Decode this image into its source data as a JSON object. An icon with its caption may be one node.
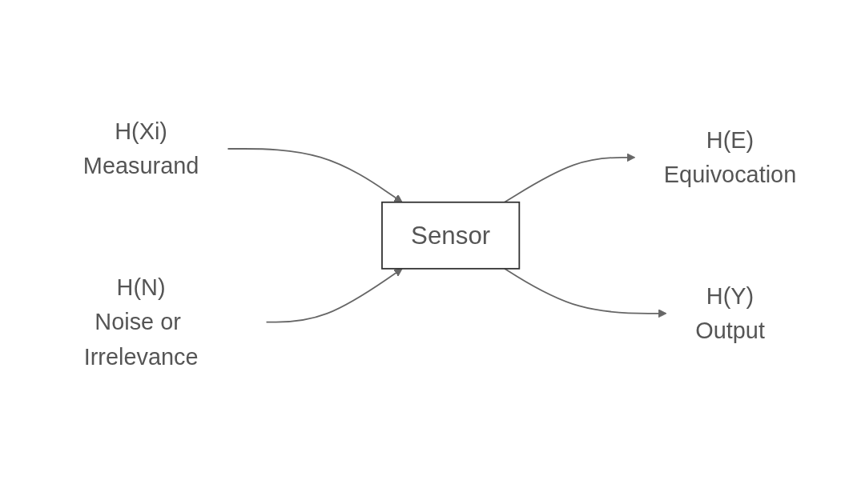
{
  "diagram": {
    "nodes": [
      {
        "text": [
          "Sensor"
        ]
      },
      {
        "text": [
          "H(Xi)",
          "Measurand"
        ]
      },
      {
        "text": [
          "H(N)",
          "Noise or Irrelevance"
        ]
      },
      {
        "text": [
          "H(E)",
          "Equivocation"
        ]
      },
      {
        "text": [
          "H(Y)",
          "Output"
        ]
      }
    ],
    "edges": [
      {
        "from": 1,
        "to": 0,
        "arrow": "to"
      },
      {
        "from": 2,
        "to": 0,
        "arrow": "to"
      },
      {
        "from": 0,
        "to": 3,
        "arrow": "to"
      },
      {
        "from": 0,
        "to": 4,
        "arrow": "to"
      }
    ]
  }
}
